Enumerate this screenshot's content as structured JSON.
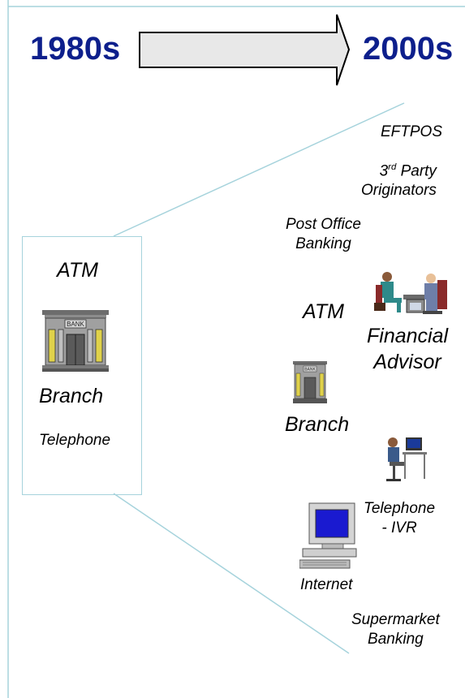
{
  "timeline": {
    "start_label": "1980s",
    "end_label": "2000s"
  },
  "past_channels": {
    "atm": "ATM",
    "branch": "Branch",
    "telephone": "Telephone"
  },
  "future_channels": {
    "eftpos": "EFTPOS",
    "third_party_prefix": "3",
    "third_party_sup": "rd",
    "third_party_rest": " Party",
    "third_party_line2": "Originators",
    "post_office_line1": "Post Office",
    "post_office_line2": "Banking",
    "atm": "ATM",
    "financial_advisor_line1": "Financial",
    "financial_advisor_line2": "Advisor",
    "branch": "Branch",
    "telephone_line1": "Telephone",
    "telephone_line2": "- IVR",
    "internet": "Internet",
    "supermarket_line1": "Supermarket",
    "supermarket_line2": "Banking"
  },
  "icons": {
    "bank": "BANK",
    "bank_small": "BANK"
  },
  "colors": {
    "era_text": "#0d1f8c",
    "frame_line": "#a6d3dc",
    "arrow_fill": "#e8e8e8"
  }
}
